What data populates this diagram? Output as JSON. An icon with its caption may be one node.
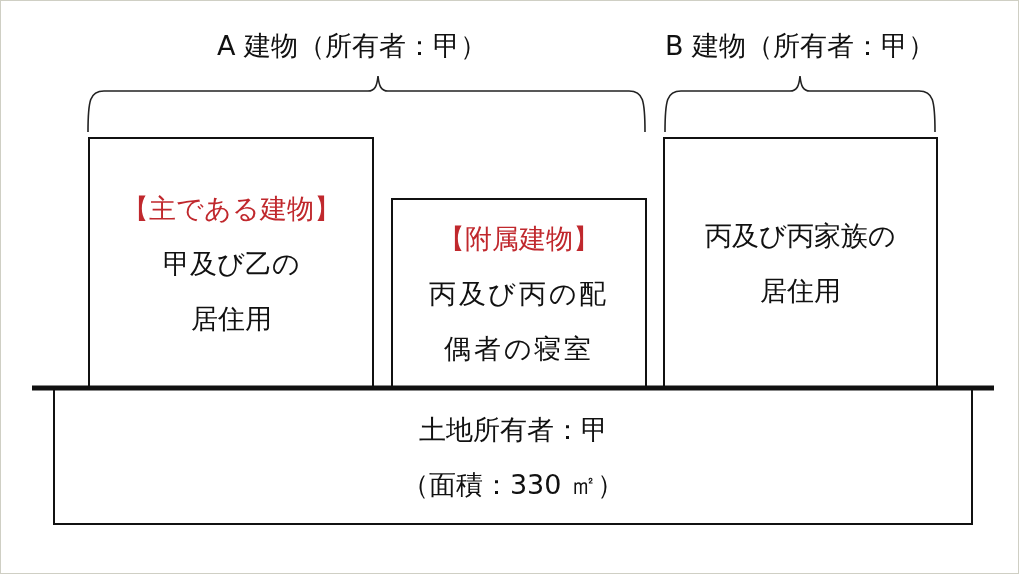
{
  "diagram": {
    "nodes": [
      {
        "text": [
          "【主である建物】",
          "甲及び乙の居住用"
        ]
      },
      {
        "text": [
          "【附属建物】",
          "丙及び丙の配偶者の寝室"
        ]
      },
      {
        "text": [
          "丙及び丙家族の居住用"
        ]
      },
      {
        "text": [
          "土地所有者：甲",
          "（面積：330 ㎡）"
        ]
      }
    ],
    "labels": [
      "A 建物（所有者：甲）",
      "B 建物（所有者：甲）"
    ]
  }
}
